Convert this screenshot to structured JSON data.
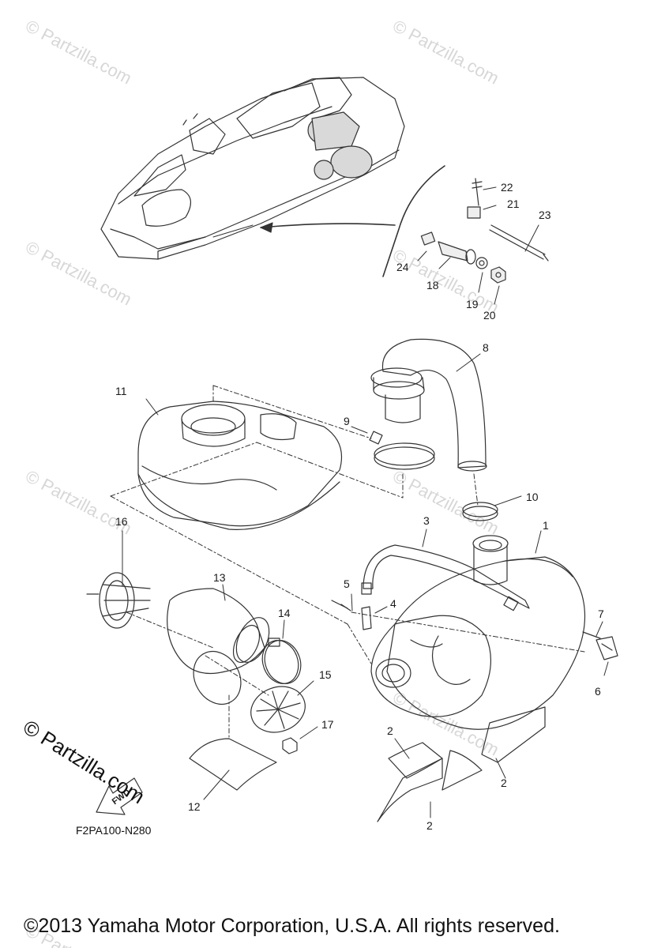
{
  "watermark_text": "© Partzilla.com",
  "brand_text": "© Partzilla.com",
  "diagram_code": "F2PA100-N280",
  "fwd_label": "FWD",
  "copyright": "©2013  Yamaha Motor Corporation, U.S.A. All rights reserved.",
  "callouts": {
    "c1": "1",
    "c2a": "2",
    "c2b": "2",
    "c2c": "2",
    "c3": "3",
    "c4": "4",
    "c5": "5",
    "c6": "6",
    "c7": "7",
    "c8": "8",
    "c9": "9",
    "c10": "10",
    "c11": "11",
    "c12": "12",
    "c13": "13",
    "c14": "14",
    "c15": "15",
    "c16": "16",
    "c17": "17",
    "c18": "18",
    "c19": "19",
    "c20": "20",
    "c21": "21",
    "c22": "22",
    "c23": "23",
    "c24": "24"
  }
}
